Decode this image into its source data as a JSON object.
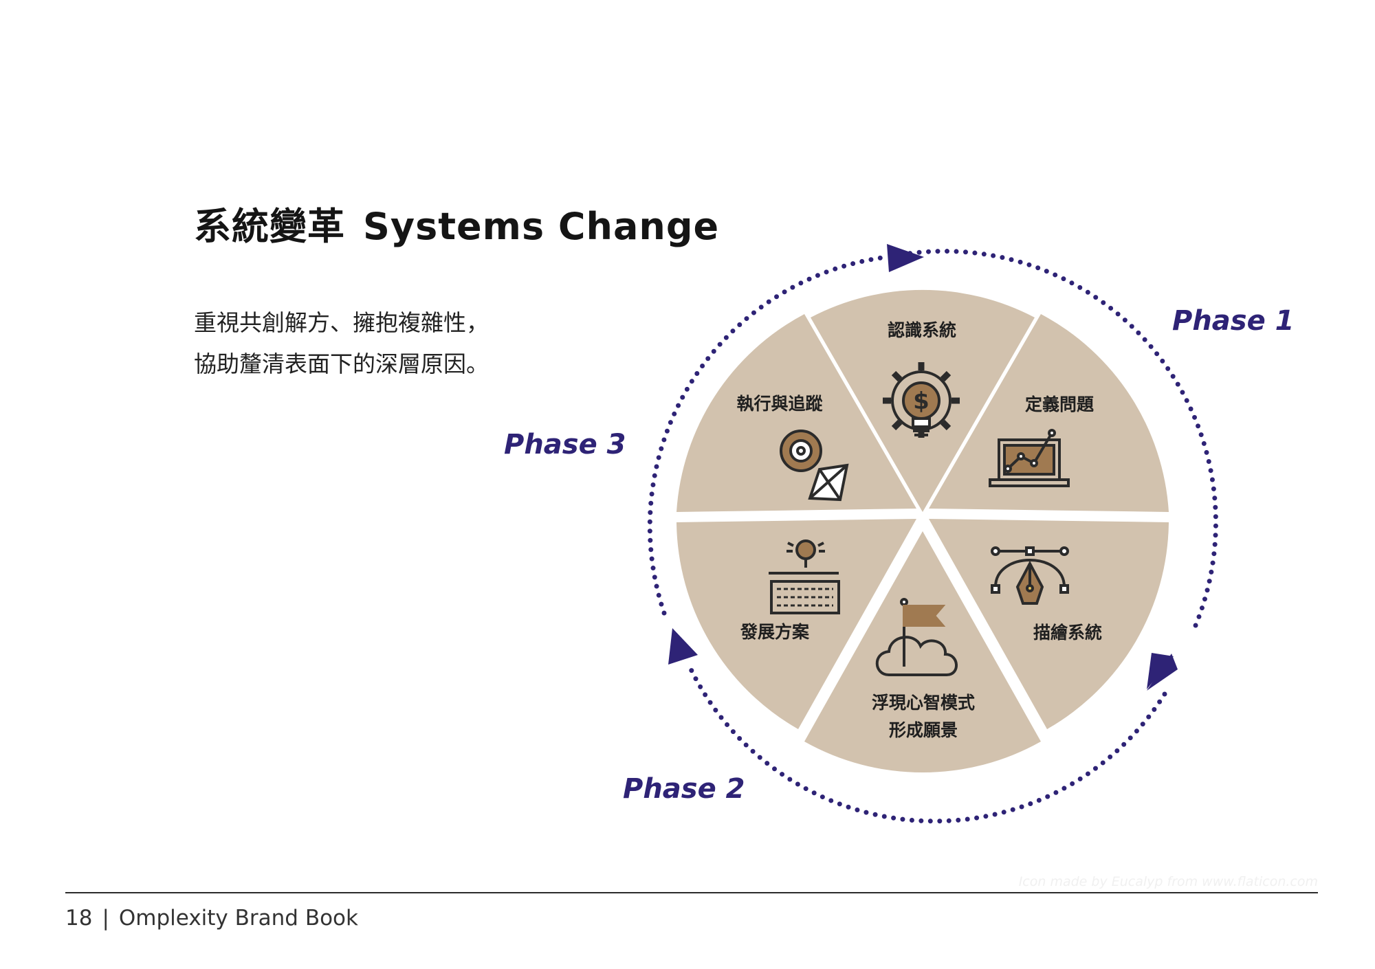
{
  "page": {
    "title_zh": "系統變革",
    "title_en": "Systems Change",
    "description": [
      "重視共創解方、擁抱複雜性，",
      "協助釐清表面下的深層原因。"
    ],
    "credit": "Icon made by Eucalyp from www.flaticon.com",
    "footer": {
      "page_number": "18",
      "separator": "|",
      "book": "Omplexity Brand Book"
    }
  },
  "phases": {
    "phase1": "Phase 1",
    "phase2": "Phase 2",
    "phase3": "Phase 3"
  },
  "segments": {
    "top": {
      "label": "認識系統",
      "icon": "gear-bulb-dollar-icon"
    },
    "top_right": {
      "label": "定義問題",
      "icon": "laptop-chart-icon"
    },
    "bottom_right": {
      "label": "描繪系統",
      "icon": "pen-tool-bezier-icon"
    },
    "bottom": {
      "label_line1": "浮現心智模式",
      "label_line2": "形成願景",
      "icon": "cloud-flag-icon"
    },
    "bottom_left": {
      "label": "發展方案",
      "icon": "keyboard-idea-icon"
    },
    "top_left": {
      "label": "執行與追蹤",
      "icon": "target-kite-icon"
    }
  },
  "colors": {
    "segment_fill": "#d2c2ae",
    "icon_accent": "#a07a51",
    "icon_stroke": "#2b2b2b",
    "phase_purple": "#2e2376"
  }
}
